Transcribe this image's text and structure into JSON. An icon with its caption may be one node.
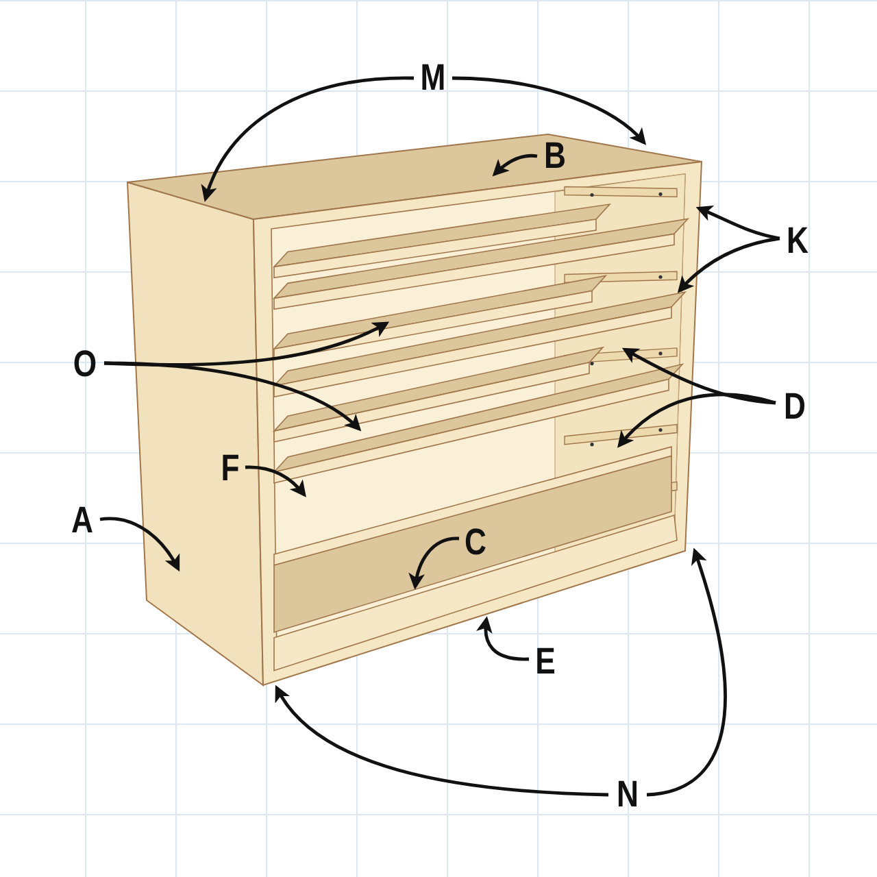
{
  "diagram": {
    "nodes": [
      {
        "text": [
          "M"
        ]
      },
      {
        "text": [
          "B"
        ]
      },
      {
        "text": [
          "K"
        ]
      },
      {
        "text": [
          "O"
        ]
      },
      {
        "text": [
          "D"
        ]
      },
      {
        "text": [
          "F"
        ]
      },
      {
        "text": [
          "A"
        ]
      },
      {
        "text": [
          "C"
        ]
      },
      {
        "text": [
          "E"
        ]
      },
      {
        "text": [
          "N"
        ]
      }
    ],
    "edges": [
      {
        "from": 0,
        "to": null,
        "arrow": "to"
      },
      {
        "from": 0,
        "to": null,
        "arrow": "to"
      },
      {
        "from": 1,
        "to": null,
        "arrow": "to"
      },
      {
        "from": 2,
        "to": null,
        "arrow": "to"
      },
      {
        "from": 2,
        "to": null,
        "arrow": "to"
      },
      {
        "from": 3,
        "to": null,
        "arrow": "to"
      },
      {
        "from": 3,
        "to": null,
        "arrow": "to"
      },
      {
        "from": 4,
        "to": null,
        "arrow": "to"
      },
      {
        "from": 4,
        "to": null,
        "arrow": "to"
      },
      {
        "from": 5,
        "to": null,
        "arrow": "to"
      },
      {
        "from": 6,
        "to": null,
        "arrow": "to"
      },
      {
        "from": 7,
        "to": null,
        "arrow": "to"
      },
      {
        "from": 8,
        "to": null,
        "arrow": "to"
      },
      {
        "from": 9,
        "to": null,
        "arrow": "to"
      },
      {
        "from": 9,
        "to": null,
        "arrow": "to"
      }
    ]
  }
}
